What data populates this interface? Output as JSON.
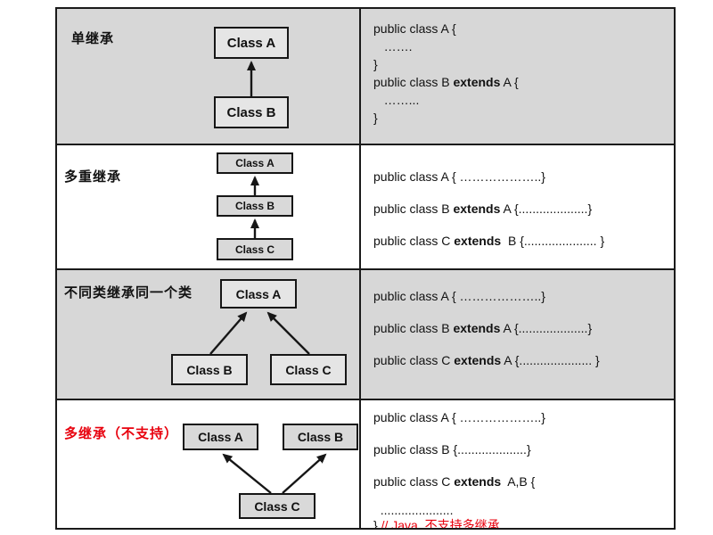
{
  "colors": {
    "row_gray_bg": "#d7d7d7",
    "row_white_bg": "#ffffff",
    "box_fill_on_gray": "#e5e5e5",
    "box_fill_on_white": "#d9d9d9",
    "border": "#1a1a1a",
    "warning_red": "#e8000d"
  },
  "table": {
    "rows": [
      {
        "id": "single-inheritance",
        "label": {
          "text": "单继承",
          "color": "#000000"
        },
        "boxes": [
          {
            "text": "Class A"
          },
          {
            "text": "Class B"
          }
        ],
        "code": [
          {
            "segments": [
              {
                "t": "public class A {"
              }
            ]
          },
          {
            "segments": [
              {
                "t": "   ……."
              }
            ]
          },
          {
            "segments": [
              {
                "t": "}"
              }
            ]
          },
          {
            "segments": [
              {
                "t": "public class B "
              },
              {
                "t": "extends",
                "b": true
              },
              {
                "t": " A {"
              }
            ]
          },
          {
            "segments": [
              {
                "t": "   ……..."
              }
            ]
          },
          {
            "segments": [
              {
                "t": "}"
              }
            ]
          }
        ]
      },
      {
        "id": "multilevel-inheritance",
        "label": {
          "text": "多重继承",
          "color": "#000000"
        },
        "boxes": [
          {
            "text": "Class A"
          },
          {
            "text": "Class B"
          },
          {
            "text": "Class C"
          }
        ],
        "code": [
          {
            "segments": [
              {
                "t": "public class A { ………………..}"
              }
            ]
          },
          {
            "segments": [
              {
                "t": "public class B "
              },
              {
                "t": "extends",
                "b": true
              },
              {
                "t": " A {....................}"
              }
            ]
          },
          {
            "segments": [
              {
                "t": "public class C "
              },
              {
                "t": "extends",
                "b": true
              },
              {
                "t": "  B {..................... }"
              }
            ]
          }
        ]
      },
      {
        "id": "hierarchical-inheritance",
        "label": {
          "text": "不同类继承同一个类",
          "color": "#000000"
        },
        "boxes": [
          {
            "text": "Class A"
          },
          {
            "text": "Class B"
          },
          {
            "text": "Class C"
          }
        ],
        "code": [
          {
            "segments": [
              {
                "t": "public class A { ………………..}"
              }
            ]
          },
          {
            "segments": [
              {
                "t": "public class B "
              },
              {
                "t": "extends",
                "b": true
              },
              {
                "t": " A {....................}"
              }
            ]
          },
          {
            "segments": [
              {
                "t": "public class C "
              },
              {
                "t": "extends",
                "b": true
              },
              {
                "t": " A {..................... }"
              }
            ]
          }
        ]
      },
      {
        "id": "multiple-inheritance-unsupported",
        "label": {
          "text": "多继承（不支持）",
          "color": "#e8000d"
        },
        "boxes": [
          {
            "text": "Class A"
          },
          {
            "text": "Class B"
          },
          {
            "text": "Class C"
          }
        ],
        "code": [
          {
            "segments": [
              {
                "t": "public class A { ………………..}"
              }
            ]
          },
          {
            "segments": [
              {
                "t": "public class B {....................}"
              }
            ]
          },
          {
            "segments": [
              {
                "t": "public class C "
              },
              {
                "t": "extends",
                "b": true
              },
              {
                "t": "  A,B {"
              }
            ]
          },
          {
            "segments": [
              {
                "t": "  ....................."
              }
            ]
          },
          {
            "segments": [
              {
                "t": "} "
              },
              {
                "t": "// Java  不支持多继承",
                "c": "#e8000d"
              }
            ]
          }
        ]
      }
    ]
  }
}
